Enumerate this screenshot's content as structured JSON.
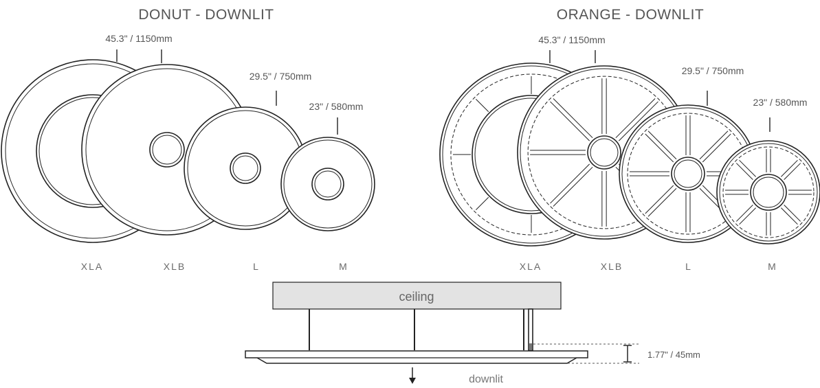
{
  "donut": {
    "title": "DONUT - DOWNLIT",
    "dims": [
      "45.3\" / 1150mm",
      "29.5\" / 750mm",
      "23\" / 580mm"
    ],
    "sizes": [
      "XLA",
      "XLB",
      "L",
      "M"
    ]
  },
  "orange": {
    "title": "ORANGE - DOWNLIT",
    "dims": [
      "45.3\" / 1150mm",
      "29.5\" / 750mm",
      "23\" / 580mm"
    ],
    "sizes": [
      "XLA",
      "XLB",
      "L",
      "M"
    ]
  },
  "side": {
    "ceiling": "ceiling",
    "thickness": "1.77\" / 45mm",
    "direction": "downlit"
  },
  "colors": {
    "line": "#222222",
    "ceiling_fill": "#e3e3e3",
    "text": "#555555"
  }
}
